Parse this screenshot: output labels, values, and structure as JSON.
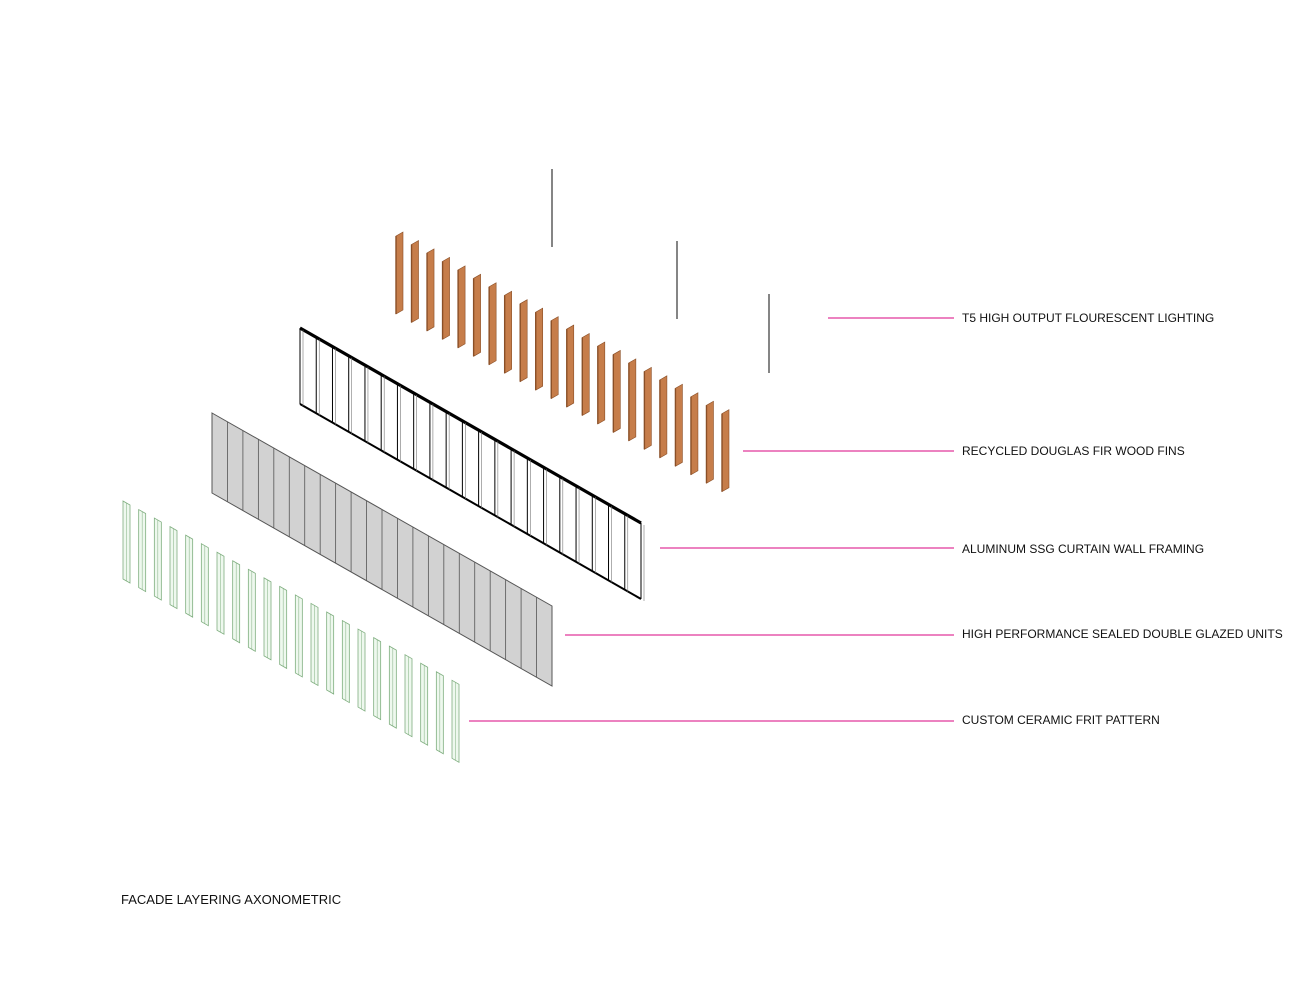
{
  "caption": "FACADE LAYERING AXONOMETRIC",
  "layers": [
    {
      "id": "lighting",
      "label": "T5 HIGH OUTPUT FLOURESCENT LIGHTING"
    },
    {
      "id": "fins",
      "label": "RECYCLED DOUGLAS FIR WOOD FINS"
    },
    {
      "id": "framing",
      "label": "ALUMINUM SSG CURTAIN WALL FRAMING"
    },
    {
      "id": "glazing",
      "label": "HIGH PERFORMANCE SEALED DOUBLE GLAZED UNITS"
    },
    {
      "id": "frit",
      "label": "CUSTOM CERAMIC FRIT PATTERN"
    }
  ],
  "colors": {
    "leader": "#e0379a",
    "wood": "#c67d4a",
    "wood_side": "#8a4f27",
    "frame": "#000000",
    "glass": "#d2d2d2",
    "glass_line": "#555555",
    "frit_fill": "#eef8ee",
    "frit_stroke": "#7fae7f",
    "lamp": "#333333"
  }
}
